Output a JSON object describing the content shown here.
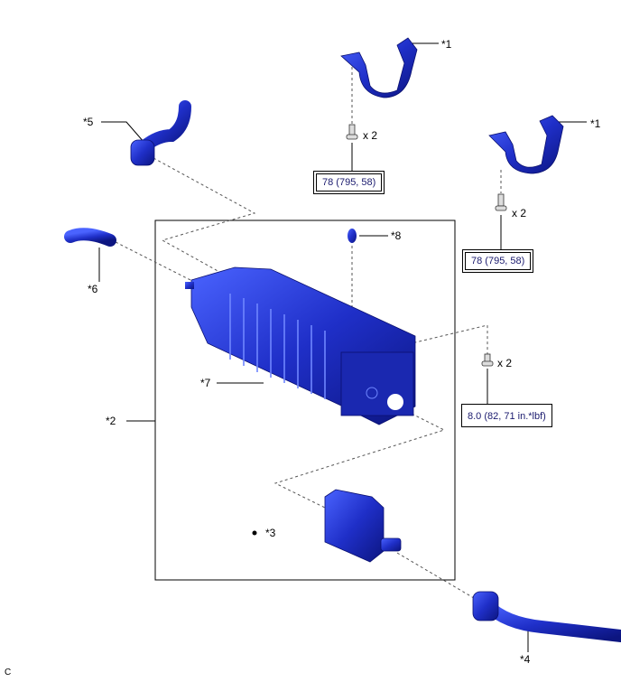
{
  "callouts": {
    "c1a": "*1",
    "c1b": "*1",
    "c2": "*2",
    "c3": "*3",
    "c4": "*4",
    "c5": "*5",
    "c6": "*6",
    "c7": "*7",
    "c8": "*8"
  },
  "quantities": {
    "bolt_a": "x 2",
    "bolt_b": "x 2",
    "bolt_c": "x 2"
  },
  "torques": {
    "bracket_a": "78 (795, 58)",
    "bracket_b": "78 (795, 58)",
    "canister_bolt": "8.0 (82, 71 in.*lbf)"
  },
  "figure_code": "C",
  "colors": {
    "part_blue": "#1f2fc8",
    "torque_text": "#1a1a6e"
  }
}
